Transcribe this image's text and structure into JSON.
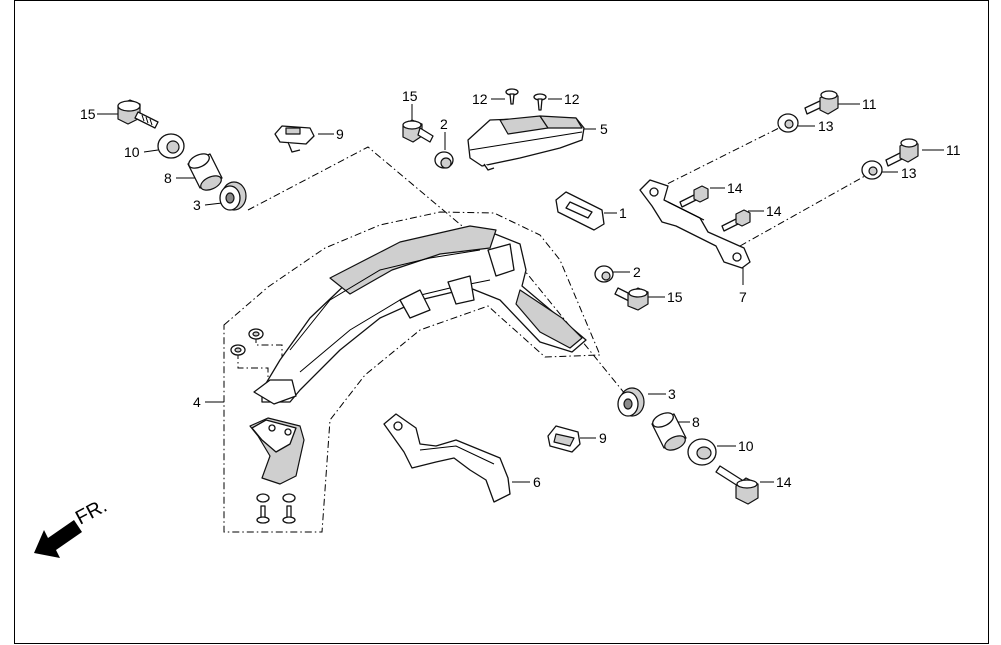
{
  "diagram": {
    "orientation_label": "FR.",
    "arrow_icon": "front-direction-arrow-icon",
    "callouts": [
      {
        "id": "c15a",
        "text": "15"
      },
      {
        "id": "c10a",
        "text": "10"
      },
      {
        "id": "c8a",
        "text": "8"
      },
      {
        "id": "c3a",
        "text": "3"
      },
      {
        "id": "c9a",
        "text": "9"
      },
      {
        "id": "c15b",
        "text": "15"
      },
      {
        "id": "c2a",
        "text": "2"
      },
      {
        "id": "c12a",
        "text": "12"
      },
      {
        "id": "c12b",
        "text": "12"
      },
      {
        "id": "c5",
        "text": "5"
      },
      {
        "id": "c11a",
        "text": "11"
      },
      {
        "id": "c13a",
        "text": "13"
      },
      {
        "id": "c11b",
        "text": "11"
      },
      {
        "id": "c13b",
        "text": "13"
      },
      {
        "id": "c14a",
        "text": "14"
      },
      {
        "id": "c14b",
        "text": "14"
      },
      {
        "id": "c1",
        "text": "1"
      },
      {
        "id": "c7",
        "text": "7"
      },
      {
        "id": "c2b",
        "text": "2"
      },
      {
        "id": "c15c",
        "text": "15"
      },
      {
        "id": "c3b",
        "text": "3"
      },
      {
        "id": "c8b",
        "text": "8"
      },
      {
        "id": "c9b",
        "text": "9"
      },
      {
        "id": "c10b",
        "text": "10"
      },
      {
        "id": "c14c",
        "text": "14"
      },
      {
        "id": "c6",
        "text": "6"
      },
      {
        "id": "c4",
        "text": "4"
      }
    ]
  }
}
